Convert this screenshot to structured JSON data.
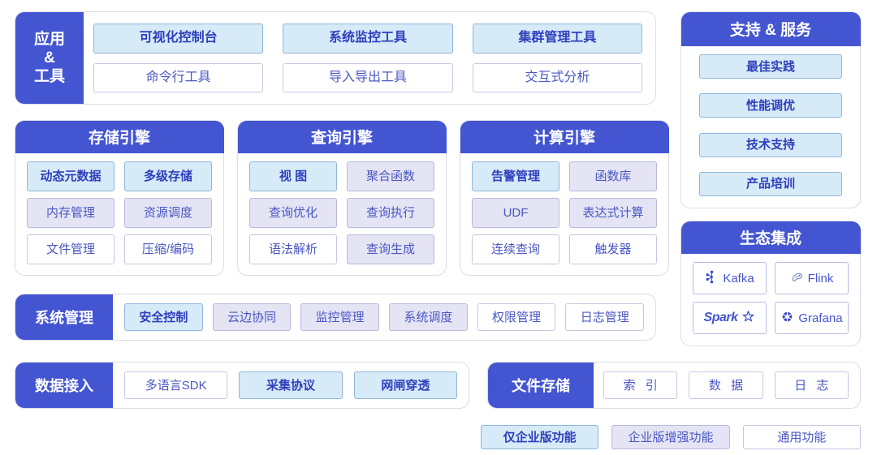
{
  "colors": {
    "brand_blue": "#4455d2",
    "enterprise_only_fill": "#d6eaf7",
    "enterprise_enhanced_fill": "#e4e4f4",
    "general_fill": "#ffffff",
    "text_blue": "#4a57c2",
    "canvas": "#ffffff"
  },
  "apps": {
    "label_lines": [
      "应用",
      "&",
      "工具"
    ],
    "items": [
      {
        "label": "可视化控制台",
        "tier": "ent"
      },
      {
        "label": "系统监控工具",
        "tier": "ent"
      },
      {
        "label": "集群管理工具",
        "tier": "ent"
      },
      {
        "label": "命令行工具",
        "tier": "gen"
      },
      {
        "label": "导入导出工具",
        "tier": "gen"
      },
      {
        "label": "交互式分析",
        "tier": "gen"
      }
    ]
  },
  "support": {
    "title": "支持 & 服务",
    "items": [
      {
        "label": "最佳实践",
        "tier": "ent"
      },
      {
        "label": "性能调优",
        "tier": "ent"
      },
      {
        "label": "技术支持",
        "tier": "ent"
      },
      {
        "label": "产品培训",
        "tier": "ent"
      }
    ]
  },
  "ecosystem": {
    "title": "生态集成",
    "items": [
      {
        "label": "Kafka",
        "icon": "kafka-logo-icon"
      },
      {
        "label": "Flink",
        "icon": "flink-logo-icon"
      },
      {
        "label": "Spark",
        "icon": "spark-logo-icon"
      },
      {
        "label": "Grafana",
        "icon": "grafana-logo-icon"
      }
    ]
  },
  "engines": [
    {
      "title": "存储引擎",
      "items": [
        {
          "label": "动态元数据",
          "tier": "ent"
        },
        {
          "label": "多级存储",
          "tier": "ent"
        },
        {
          "label": "内存管理",
          "tier": "enh"
        },
        {
          "label": "资源调度",
          "tier": "enh"
        },
        {
          "label": "文件管理",
          "tier": "gen"
        },
        {
          "label": "压缩/编码",
          "tier": "gen"
        }
      ]
    },
    {
      "title": "查询引擎",
      "items": [
        {
          "label": "视 图",
          "tier": "ent"
        },
        {
          "label": "聚合函数",
          "tier": "enh"
        },
        {
          "label": "查询优化",
          "tier": "enh"
        },
        {
          "label": "查询执行",
          "tier": "enh"
        },
        {
          "label": "语法解析",
          "tier": "gen"
        },
        {
          "label": "查询生成",
          "tier": "enh"
        }
      ]
    },
    {
      "title": "计算引擎",
      "items": [
        {
          "label": "告警管理",
          "tier": "ent"
        },
        {
          "label": "函数库",
          "tier": "enh"
        },
        {
          "label": "UDF",
          "tier": "enh"
        },
        {
          "label": "表达式计算",
          "tier": "enh"
        },
        {
          "label": "连续查询",
          "tier": "gen"
        },
        {
          "label": "触发器",
          "tier": "gen"
        }
      ]
    }
  ],
  "system_management": {
    "label": "系统管理",
    "items": [
      {
        "label": "安全控制",
        "tier": "ent"
      },
      {
        "label": "云边协同",
        "tier": "enh"
      },
      {
        "label": "监控管理",
        "tier": "enh"
      },
      {
        "label": "系统调度",
        "tier": "enh"
      },
      {
        "label": "权限管理",
        "tier": "gen"
      },
      {
        "label": "日志管理",
        "tier": "gen"
      }
    ]
  },
  "data_access": {
    "label": "数据接入",
    "items": [
      {
        "label": "多语言SDK",
        "tier": "gen"
      },
      {
        "label": "采集协议",
        "tier": "ent"
      },
      {
        "label": "网闸穿透",
        "tier": "ent"
      }
    ]
  },
  "file_storage": {
    "label": "文件存储",
    "items": [
      {
        "label": "索 引",
        "tier": "gen"
      },
      {
        "label": "数 据",
        "tier": "gen"
      },
      {
        "label": "日 志",
        "tier": "gen"
      }
    ]
  },
  "legend": {
    "items": [
      {
        "label": "仅企业版功能",
        "tier": "ent"
      },
      {
        "label": "企业版增强功能",
        "tier": "enh"
      },
      {
        "label": "通用功能",
        "tier": "gen"
      }
    ]
  }
}
